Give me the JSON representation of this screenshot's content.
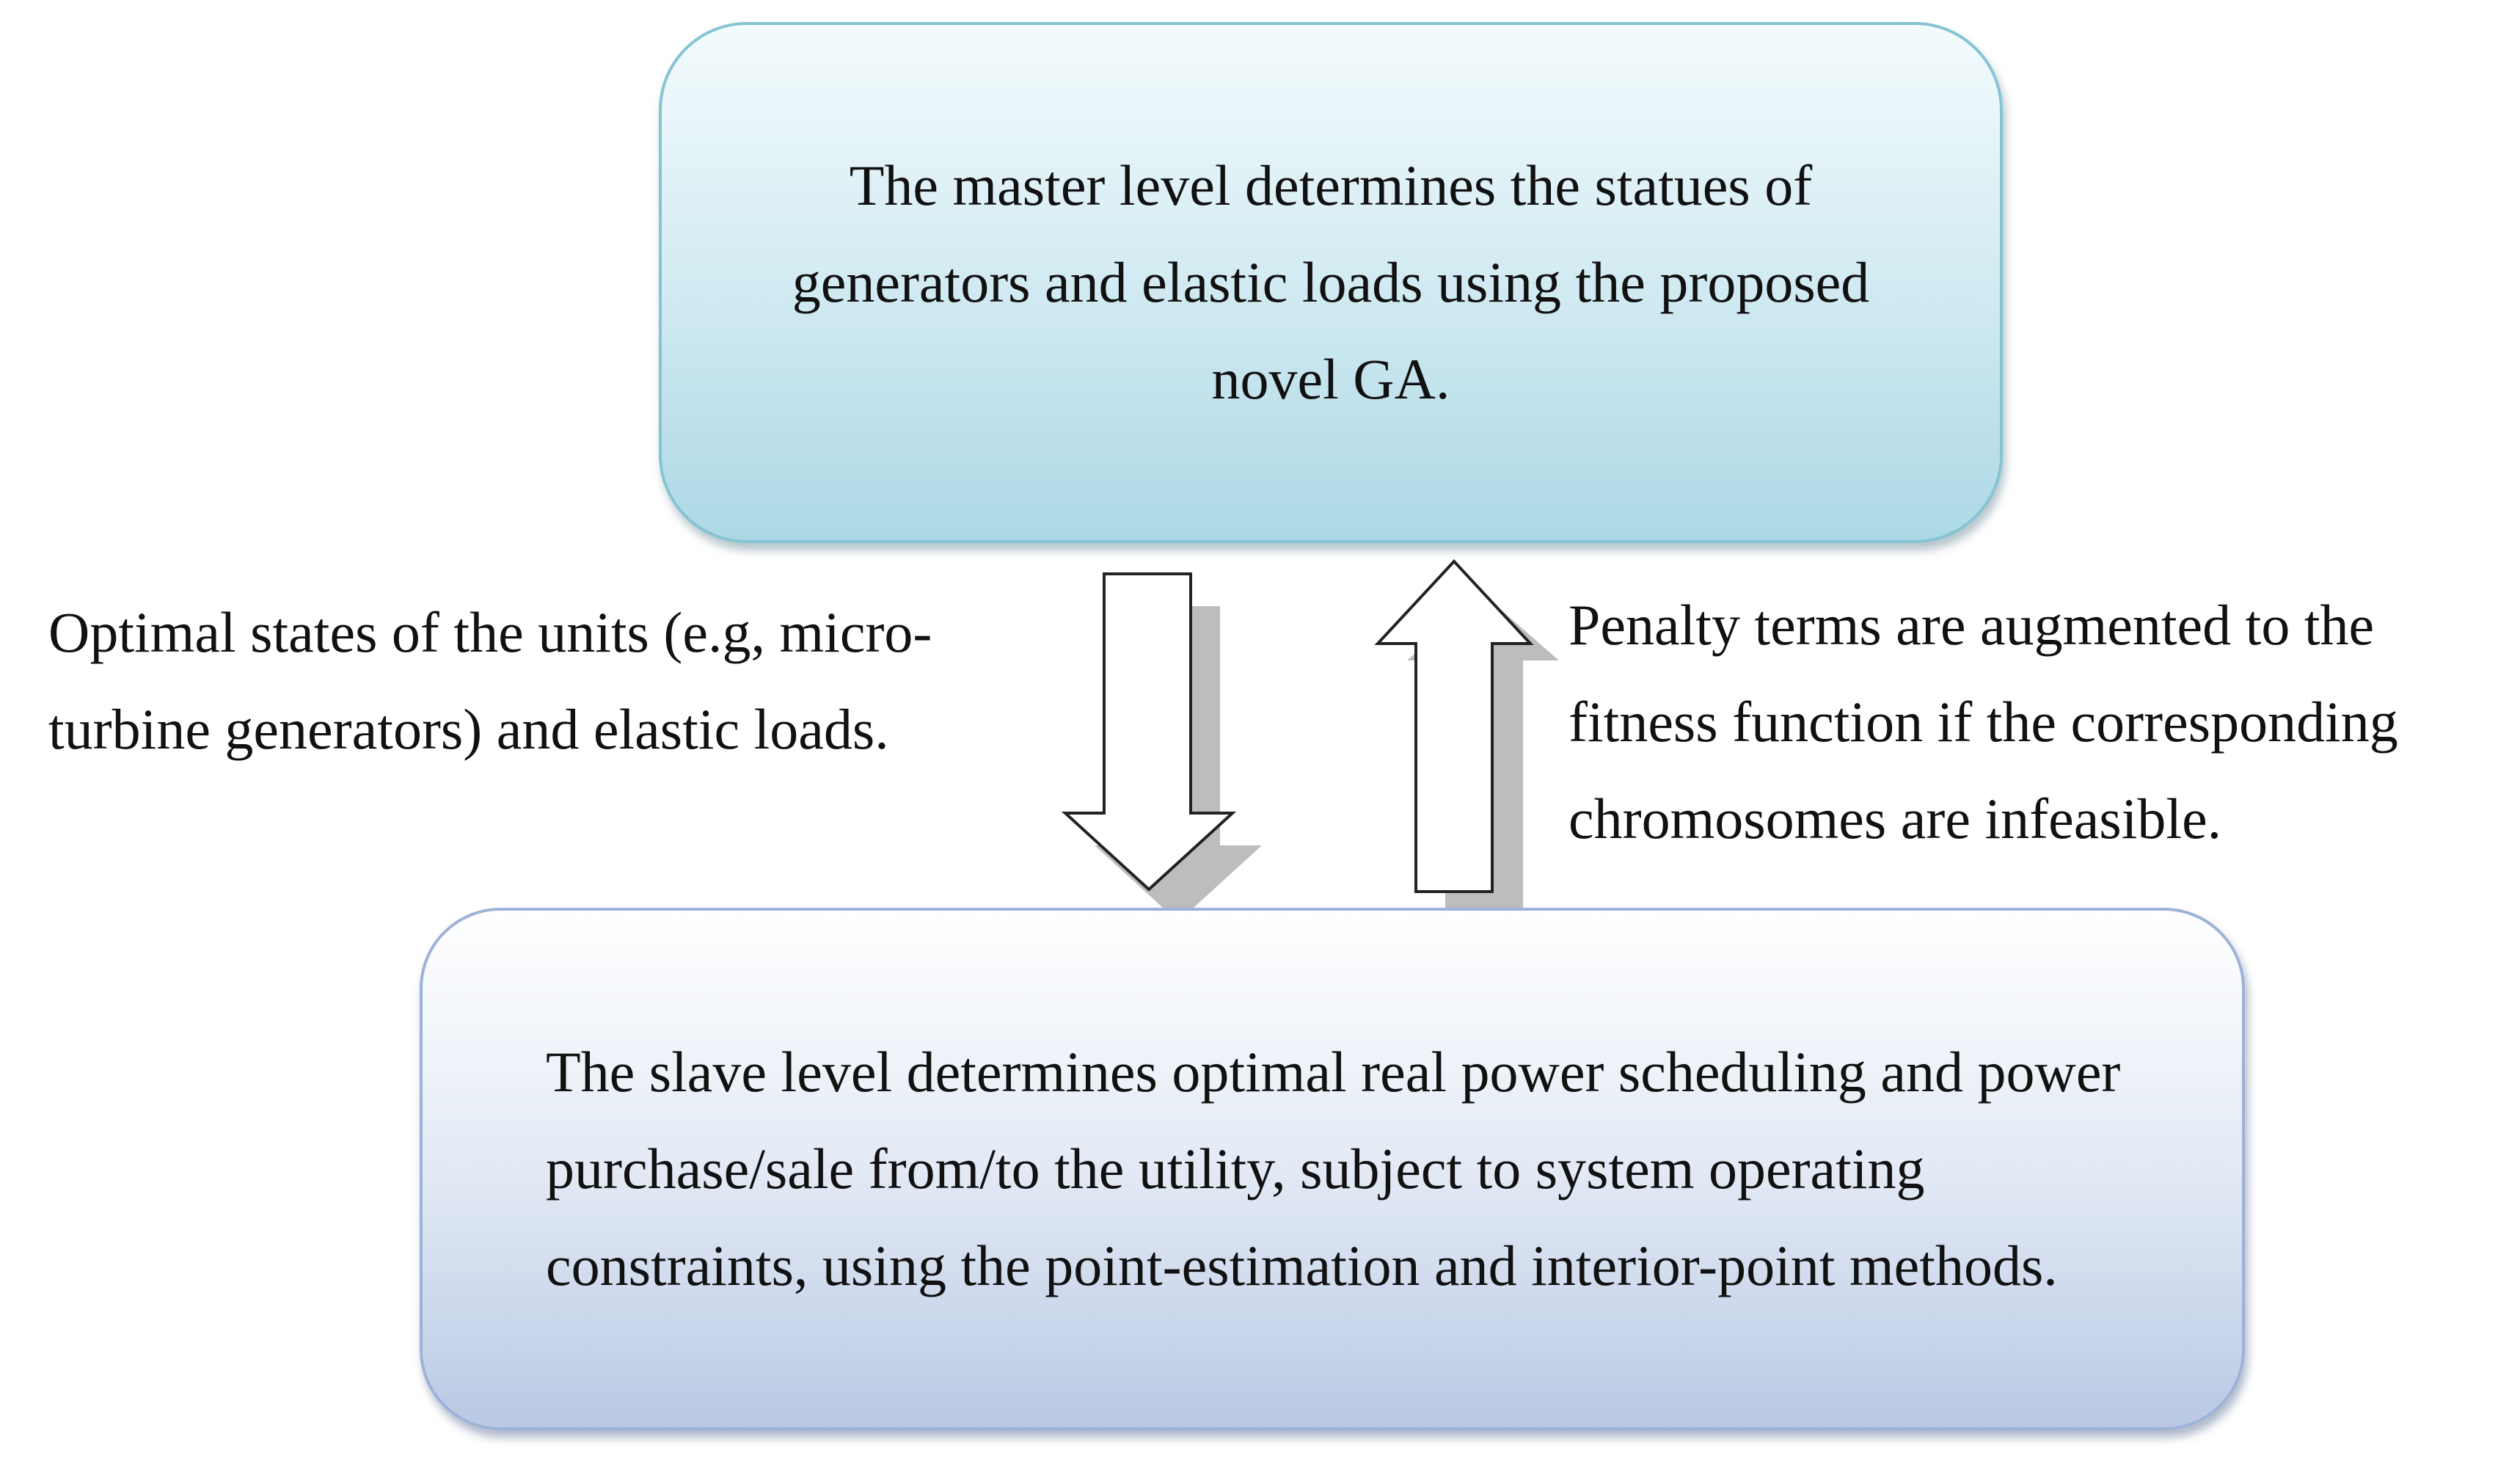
{
  "nodes": {
    "master": {
      "text": "The master level determines the statues of generators and elastic loads using the proposed novel GA."
    },
    "slave": {
      "text": "The slave level determines optimal real power scheduling and power purchase/sale from/to the utility, subject to system operating constraints, using the point-estimation and interior-point methods."
    }
  },
  "edges": {
    "down": {
      "from": "master",
      "to": "slave",
      "label": "Optimal states of the units (e.g, micro-turbine generators) and elastic loads."
    },
    "up": {
      "from": "slave",
      "to": "master",
      "label": "Penalty terms are augmented to the fitness function if the corresponding chromosomes are infeasible."
    }
  },
  "colors": {
    "master_fill": "#cfe9f1",
    "master_border": "#86c3d3",
    "slave_fill": "#e3eaf5",
    "slave_border": "#9db2d6",
    "arrow_fill": "#ffffff",
    "arrow_stroke": "#222222",
    "arrow_shadow": "#bdbdbd"
  }
}
